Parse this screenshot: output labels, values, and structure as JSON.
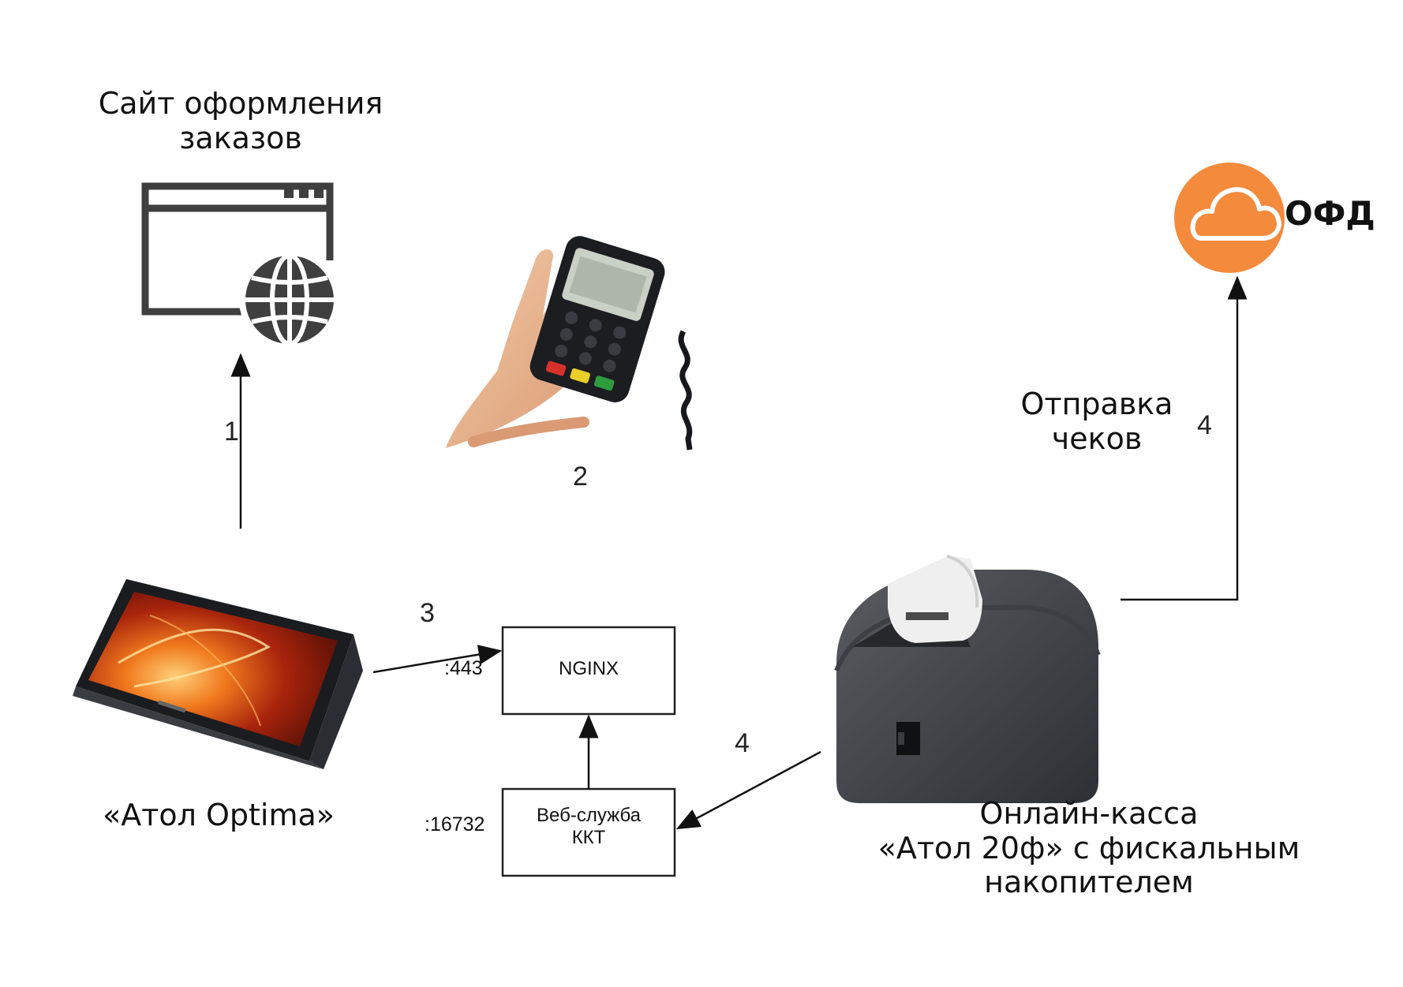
{
  "site": {
    "title": "Сайт оформления заказов",
    "title_line1": "Сайт оформления",
    "title_line2": "заказов",
    "icon": "browser-globe-icon"
  },
  "terminal": {
    "icon": "card-payment-terminal-icon",
    "step": "2"
  },
  "ofd": {
    "label": "ОФД",
    "icon": "cloud-icon",
    "color": "#f48a3c"
  },
  "atol_optima": {
    "label": "«Атол Optima»",
    "icon": "tablet-pos-icon"
  },
  "nginx": {
    "label": "NGINX",
    "port": ":443"
  },
  "kkt_service": {
    "label_line1": "Веб-служба",
    "label_line2": "ККТ",
    "port": ":16732"
  },
  "printer": {
    "icon": "receipt-printer-icon",
    "label_line1": "Онлайн-касса",
    "label_line2": "«Атол 20ф» с фискальным",
    "label_line3": "накопителем"
  },
  "send_receipts": {
    "line1": "Отправка",
    "line2": "чеков"
  },
  "steps": {
    "to_site": "1",
    "to_nginx": "3",
    "kkt_link": "4",
    "to_ofd": "4"
  }
}
